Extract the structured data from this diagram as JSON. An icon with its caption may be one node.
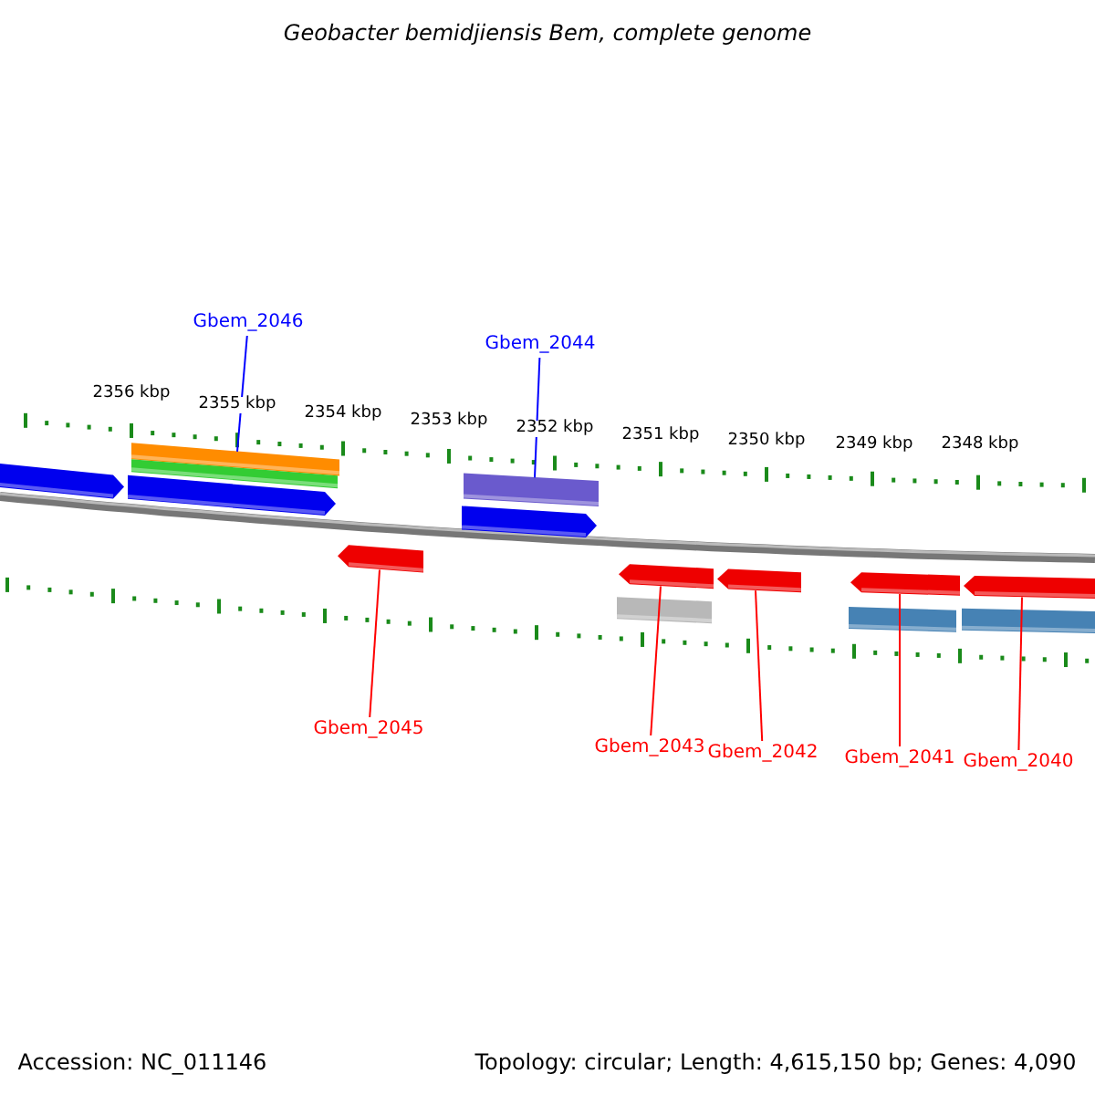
{
  "diagram": {
    "title": "Geobacter bemidjiensis Bem, complete genome",
    "nodes": [
      {
        "text": [
          "Gbem_2046"
        ]
      },
      {
        "text": [
          "Gbem_2044"
        ]
      },
      {
        "text": [],
        "shape": "arrow"
      },
      {
        "text": [],
        "shape": "bar"
      },
      {
        "text": [],
        "shape": "bar"
      },
      {
        "text": [],
        "shape": "arrow"
      },
      {
        "text": [],
        "shape": "arrow"
      },
      {
        "text": [],
        "shape": "bar"
      },
      {
        "text": [],
        "shape": "arrow"
      },
      {
        "text": [],
        "shape": "arrow"
      },
      {
        "text": [],
        "shape": "bar"
      },
      {
        "text": [],
        "shape": "arrow"
      },
      {
        "text": [],
        "shape": "arrow"
      },
      {
        "text": [],
        "shape": "bar"
      },
      {
        "text": [],
        "shape": "arrow"
      },
      {
        "text": [],
        "shape": "bar"
      },
      {
        "text": [
          "Gbem_2045"
        ]
      },
      {
        "text": [
          "Gbem_2043"
        ]
      },
      {
        "text": [
          "Gbem_2042"
        ]
      },
      {
        "text": [
          "Gbem_2041"
        ]
      },
      {
        "text": [
          "Gbem_2040"
        ]
      }
    ],
    "edges": [
      {
        "from": 0,
        "to": 3,
        "arrow": "none",
        "color": "#0000ff"
      },
      {
        "from": 1,
        "to": 7,
        "arrow": "none",
        "color": "#0000ff"
      },
      {
        "from": 16,
        "to": 6,
        "arrow": "none"
      },
      {
        "from": 17,
        "to": 9,
        "arrow": "none"
      },
      {
        "from": 18,
        "to": 11,
        "arrow": "none"
      },
      {
        "from": 19,
        "to": 12,
        "arrow": "none"
      },
      {
        "from": 20,
        "to": 14,
        "arrow": "none"
      }
    ],
    "labels": [
      "2356 kbp",
      "2355 kbp",
      "2354 kbp",
      "2353 kbp",
      "2352 kbp",
      "2351 kbp",
      "2350 kbp",
      "2349 kbp",
      "2348 kbp",
      "Accession: NC_011146",
      "Topology: circular; Length: 4,615,150 bp; Genes: 4,090"
    ]
  }
}
